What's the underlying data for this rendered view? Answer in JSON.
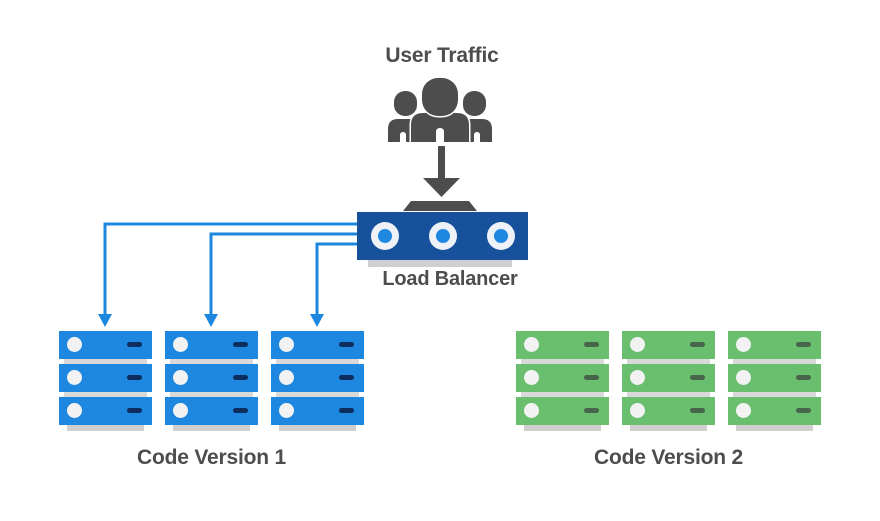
{
  "diagram": {
    "user_traffic_label": "User Traffic",
    "load_balancer_label": "Load Balancer",
    "load_balancer": {
      "port_count": 3
    },
    "clusters": [
      {
        "id": "code-version-1",
        "label": "Code Version 1",
        "stack_count": 3,
        "units_per_stack": 3,
        "unit_color": "#1e87e0",
        "dash_color": "#0d2d5e",
        "receives_traffic": true
      },
      {
        "id": "code-version-2",
        "label": "Code Version 2",
        "stack_count": 3,
        "units_per_stack": 3,
        "unit_color": "#6abf6e",
        "dash_color": "#46654a",
        "receives_traffic": false
      }
    ],
    "colors": {
      "canvas_white": "#ffffff",
      "dark_gray": "#4d4d4d",
      "text_gray": "#4d4d4d",
      "connector_blue": "#1e87e0",
      "lb_navy": "#17509b",
      "port_white": "#eef2f7",
      "circle_white": "#f2f2f2",
      "unit_gap_gray": "#d9d9d9",
      "shadow_gray": "#cfcfcf"
    }
  }
}
